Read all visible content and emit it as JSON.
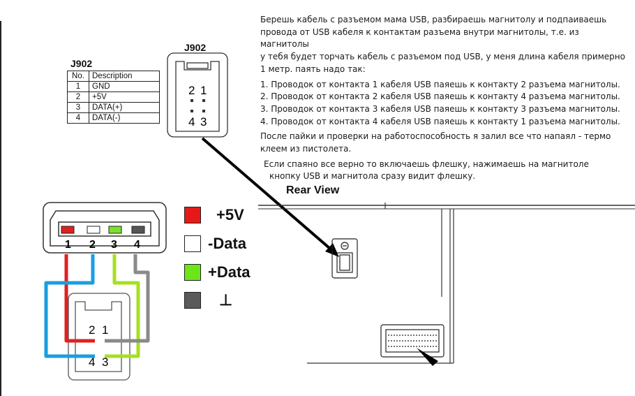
{
  "instructions": {
    "intro": [
      "Берешь кабель с разъемом мама USB, разбираешь магнитолу и подпаиваешь",
      "провода от USB кабеля к контактам разъема внутри магнитолы, т.е. из магнитолы",
      "у тебя будет торчать кабель с разъемом под USB, у меня длина кабеля примерно",
      "1 метр. паять надо так:"
    ],
    "steps": [
      "1. Проводок от контакта 1 кабеля USB паяешь к контакту 2 разъема магнитолы.",
      "2. Проводок от контакта 2 кабеля USB паяешь к контакту 4 разъема магнитолы.",
      "3. Проводок от контакта 3 кабеля USB паяешь к контакту 3 разъема магнитолы.",
      "4. Проводок от контакта 4 кабеля USB паяешь к контакту 1 разъема магнитолы."
    ],
    "after": [
      "После пайки и проверки на работоспособность я залил все что напаял - термо",
      "клеем из пистолета."
    ],
    "final": [
      "Если спаяно все верно то включаешь флешку, нажимаешь на магнитоле",
      "кнопку USB и магнитола сразу видит флешку."
    ]
  },
  "pinout": {
    "title": "J902",
    "headers": [
      "No.",
      "Description"
    ],
    "rows": [
      [
        "1",
        "GND"
      ],
      [
        "2",
        "+5V"
      ],
      [
        "3",
        "DATA(+)"
      ],
      [
        "4",
        "DATA(-)"
      ]
    ]
  },
  "connector": {
    "title": "J902",
    "pins_top": [
      "2",
      "1"
    ],
    "pins_bottom": [
      "4",
      "3"
    ]
  },
  "rear_view": {
    "title": "Rear View"
  },
  "usb": {
    "pin_labels": [
      "1",
      "2",
      "3",
      "4"
    ],
    "pin_colors": [
      "#e02020",
      "#ffffff",
      "#7ce02a",
      "#555555"
    ]
  },
  "wiring_connector": {
    "pins_top": [
      "2",
      "1"
    ],
    "pins_bottom": [
      "4",
      "3"
    ]
  },
  "wire_colors": {
    "red": "#e02020",
    "blue": "#1a9ee0",
    "green": "#a6e022",
    "gray": "#8a8a8a"
  },
  "legend": [
    {
      "label": "+5V",
      "color": "#e61919"
    },
    {
      "label": "-Data",
      "color": "#ffffff"
    },
    {
      "label": "+Data",
      "color": "#6de619"
    },
    {
      "label": "⊥",
      "color": "#5a5a5a"
    }
  ]
}
